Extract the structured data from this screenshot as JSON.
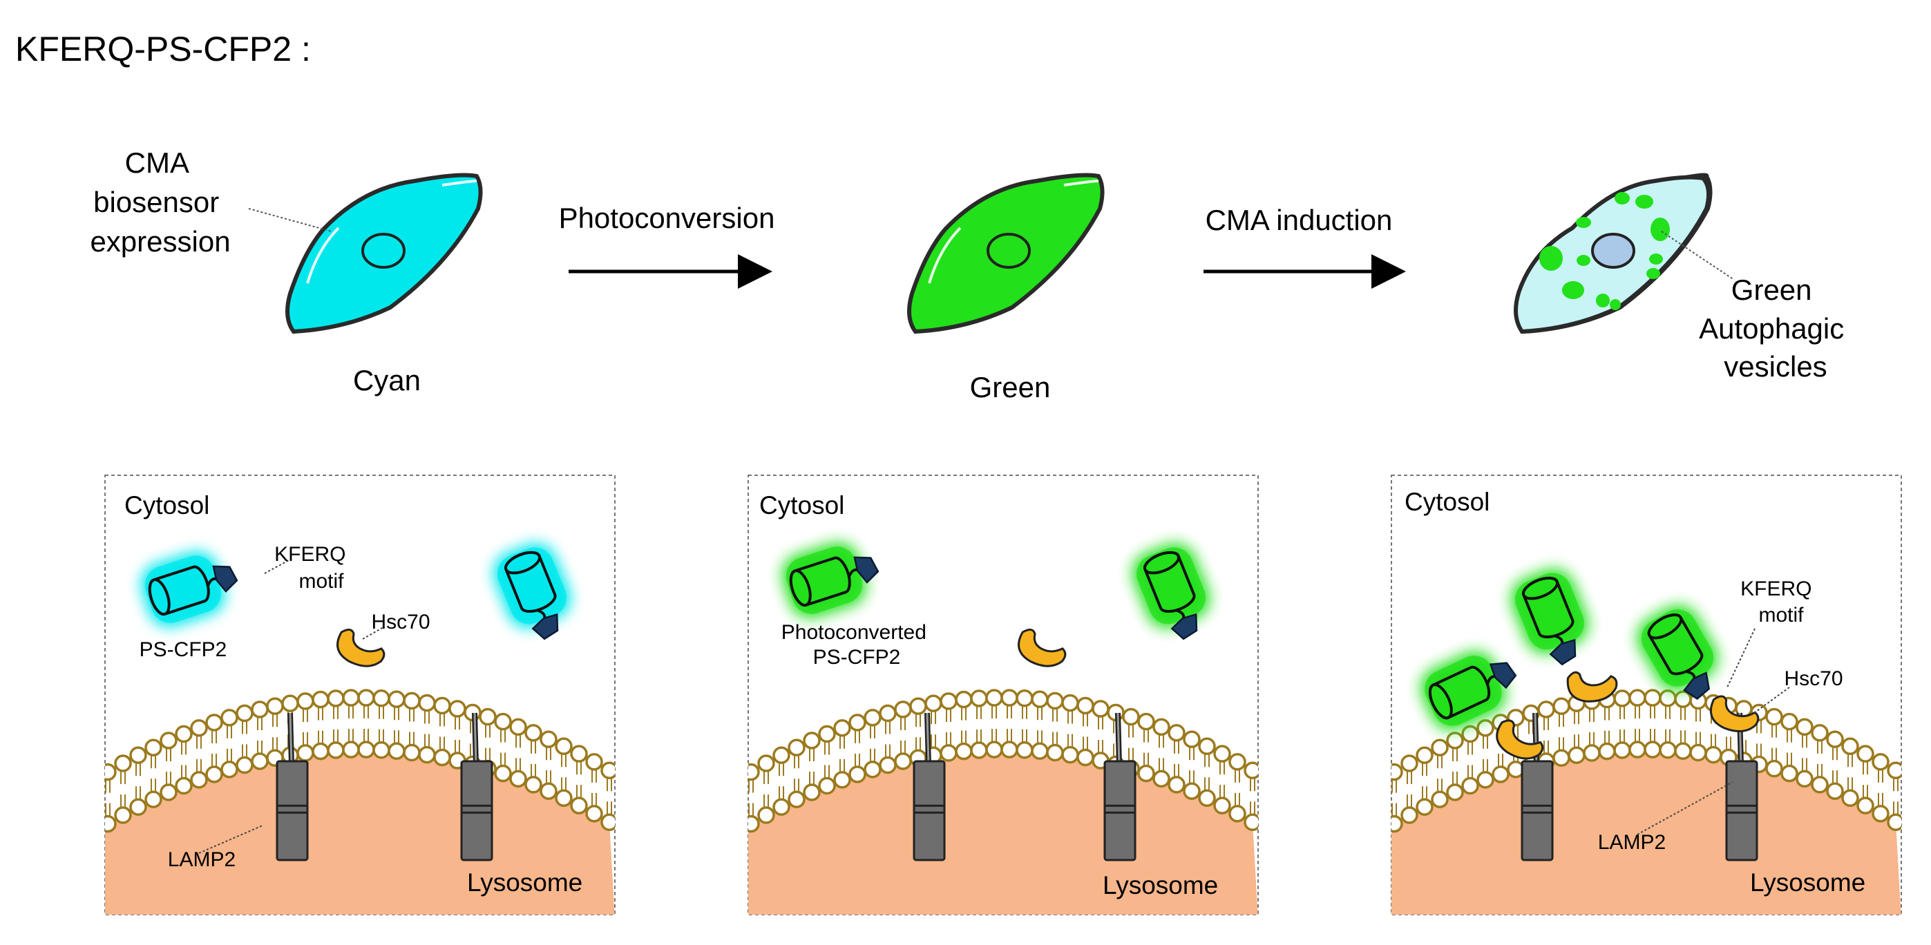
{
  "title": "KFERQ-PS-CFP2 :",
  "top_row": {
    "cell1_label": [
      "CMA",
      "biosensor",
      "expression"
    ],
    "cell1_caption": "Cyan",
    "arrow1_label": "Photoconversion",
    "cell2_caption": "Green",
    "arrow2_label": "CMA induction",
    "cell3_label": [
      "Green",
      "Autophagic",
      "vesicles"
    ]
  },
  "panels": [
    {
      "cytosol": "Cytosol",
      "lysosome": "Lysosome",
      "kferq": [
        "KFERQ",
        "motif"
      ],
      "protein": "PS-CFP2",
      "hsc70": "Hsc70",
      "lamp2": "LAMP2"
    },
    {
      "cytosol": "Cytosol",
      "lysosome": "Lysosome",
      "protein": [
        "Photoconverted",
        "PS-CFP2"
      ]
    },
    {
      "cytosol": "Cytosol",
      "lysosome": "Lysosome",
      "kferq": [
        "KFERQ",
        "motif"
      ],
      "hsc70": "Hsc70",
      "lamp2": "LAMP2"
    }
  ],
  "colors": {
    "cyan": "#00e8ec",
    "green": "#22e01a",
    "pale_cyan": "#c8f4f6",
    "nucleus_pale": "#aac8e8",
    "navy": "#1c3c66",
    "hsc70": "#f5b21e",
    "lysosome": "#f7b68c",
    "lipid": "#9b7a1e",
    "lamp2": "#6e6e6e"
  }
}
